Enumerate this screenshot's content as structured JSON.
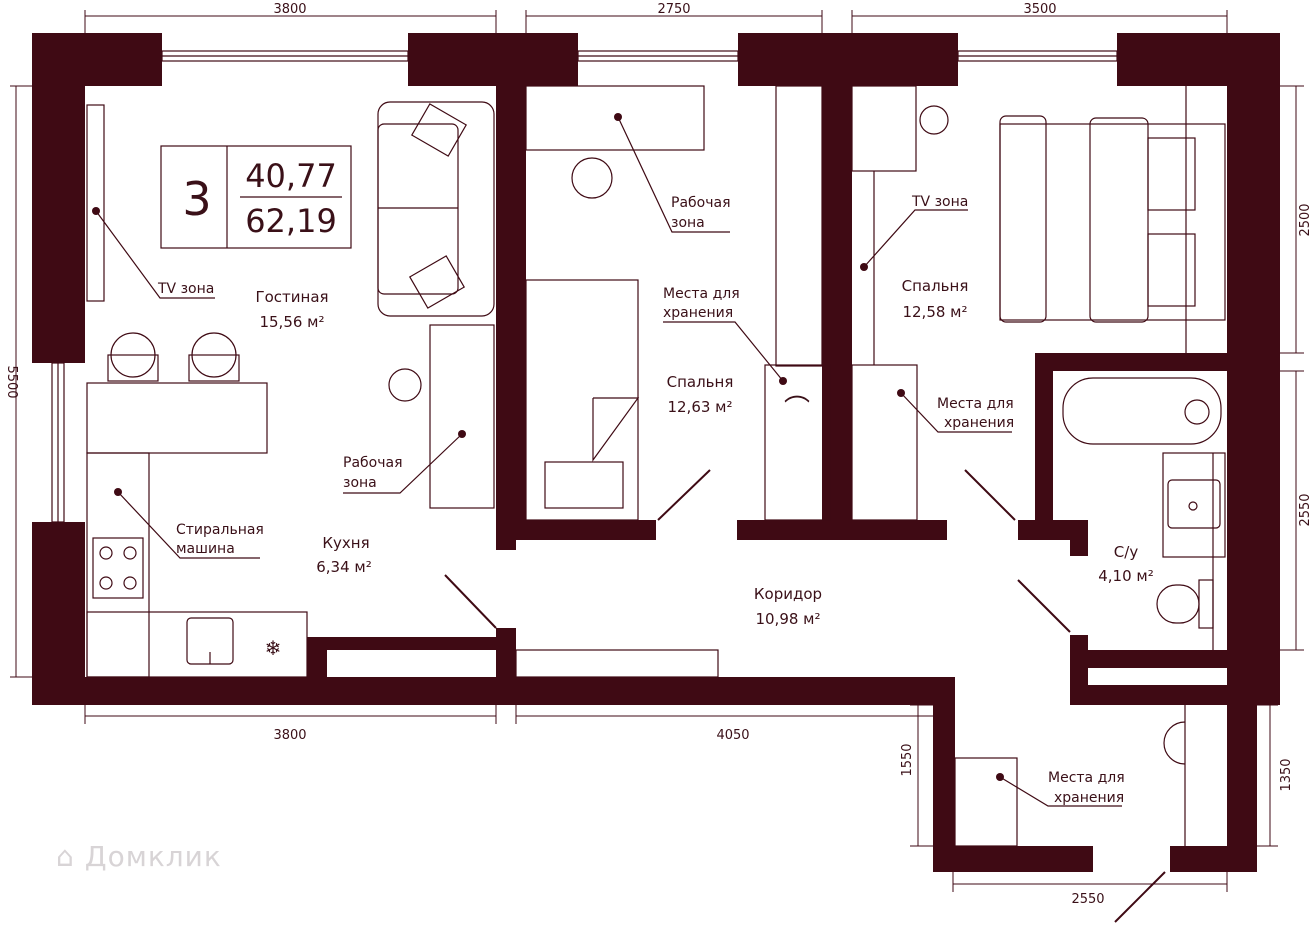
{
  "rooms_count": "3",
  "area_living": "40,77",
  "area_total": "62,19",
  "colors": {
    "wall": "#3f0a14",
    "line": "#3f0a14",
    "text": "#3a1018"
  },
  "dimensions": {
    "top_1": "3800",
    "top_2": "2750",
    "top_3": "3500",
    "bottom_1": "3800",
    "bottom_2": "4050",
    "bottom_3": "2550",
    "left": "5500",
    "right_1": "2500",
    "right_2": "2550",
    "right_3": "1350",
    "hall_left": "1550"
  },
  "rooms": {
    "living": {
      "name": "Гостиная",
      "area": "15,56 м²"
    },
    "kitchen": {
      "name": "Кухня",
      "area": "6,34 м²"
    },
    "bedroom_mid": {
      "name": "Спальня",
      "area": "12,63 м²"
    },
    "bedroom_right": {
      "name": "Спальня",
      "area": "12,58 м²"
    },
    "corridor": {
      "name": "Коридор",
      "area": "10,98  м²"
    },
    "bath": {
      "name": "С/у",
      "area": "4,10  м²"
    }
  },
  "callouts": {
    "tv_left": "TV зона",
    "tv_right": "TV зона",
    "work_top": [
      "Рабочая",
      "зона"
    ],
    "work_living": [
      "Рабочая",
      "зона"
    ],
    "washer": [
      "Стиральная",
      "машина"
    ],
    "storage_mid": [
      "Места для",
      "хранения"
    ],
    "storage_right": [
      "Места для",
      "хранения"
    ],
    "storage_hall": [
      "Места для",
      "хранения"
    ]
  },
  "watermark": "Домклик"
}
